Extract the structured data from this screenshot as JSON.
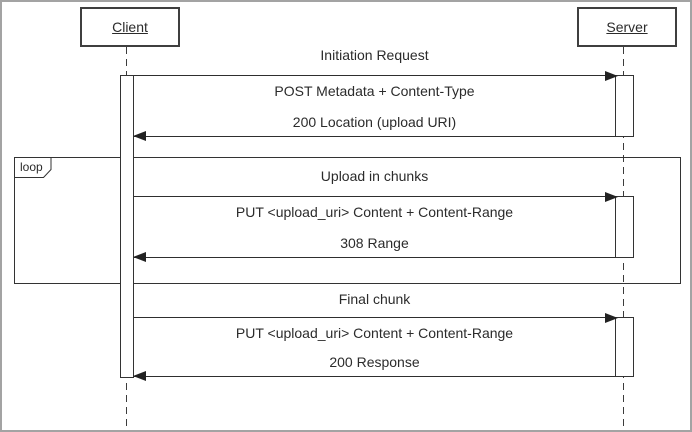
{
  "diagram_type": "uml-sequence",
  "actors": [
    {
      "label": "Client"
    },
    {
      "label": "Server"
    }
  ],
  "fragment": {
    "operator": "loop"
  },
  "exchanges": [
    {
      "title": "Initiation Request",
      "request": "POST Metadata + Content-Type",
      "response": "200 Location (upload URI)"
    },
    {
      "title": "Upload in chunks",
      "request": "PUT <upload_uri> Content + Content-Range",
      "response": "308 Range"
    },
    {
      "title": "Final chunk",
      "request": "PUT <upload_uri> Content + Content-Range",
      "response": "200 Response"
    }
  ],
  "colors": {
    "line": "#2e2e2e",
    "background": "#ffffff",
    "frame_border": "#a3a3a3"
  }
}
